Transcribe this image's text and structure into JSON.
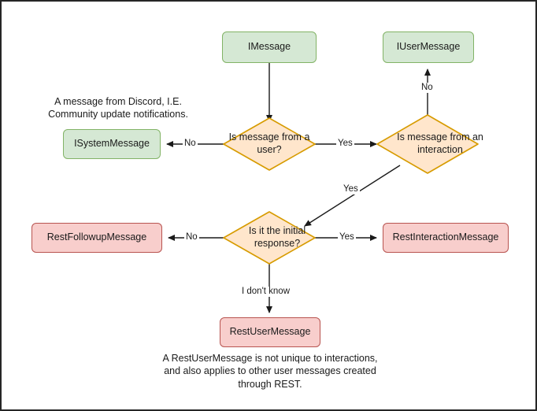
{
  "diagram": {
    "type": "flowchart",
    "title": "Discord message type decision flowchart",
    "colors": {
      "green_fill": "#d5e8d4",
      "green_border": "#82b366",
      "pink_fill": "#f8cecc",
      "pink_border": "#b85450",
      "orange_fill": "#ffe6cc",
      "orange_border": "#d79b00",
      "edge": "#1a1a1a",
      "frame": "#262626",
      "background": "#ffffff"
    },
    "nodes": {
      "imessage": {
        "label": "IMessage",
        "shape": "rounded-rect",
        "color": "green"
      },
      "iusermessage": {
        "label": "IUserMessage",
        "shape": "rounded-rect",
        "color": "green"
      },
      "isystemmessage": {
        "label": "ISystemMessage",
        "shape": "rounded-rect",
        "color": "green"
      },
      "decision_user": {
        "label": "Is message from a user?",
        "shape": "diamond",
        "color": "orange"
      },
      "decision_interaction": {
        "label": "Is message from an interaction",
        "shape": "diamond",
        "color": "orange"
      },
      "decision_initial": {
        "label": "Is it the initial response?",
        "shape": "diamond",
        "color": "orange"
      },
      "restfollowupmessage": {
        "label": "RestFollowupMessage",
        "shape": "rounded-rect",
        "color": "pink"
      },
      "restinteractionmessage": {
        "label": "RestInteractionMessage",
        "shape": "rounded-rect",
        "color": "pink"
      },
      "restusermessage": {
        "label": "RestUserMessage",
        "shape": "rounded-rect",
        "color": "pink"
      }
    },
    "edge_labels": {
      "user_no": "No",
      "user_yes": "Yes",
      "interaction_no": "No",
      "interaction_yes": "Yes",
      "initial_no": "No",
      "initial_yes": "Yes",
      "initial_unknown": "I don't know"
    },
    "notes": {
      "system_note": "A message from Discord, I.E.\nCommunity update notifications.",
      "rest_user_note": "A RestUserMessage is not unique to interactions,\nand also applies to other user messages created\nthrough REST."
    }
  }
}
